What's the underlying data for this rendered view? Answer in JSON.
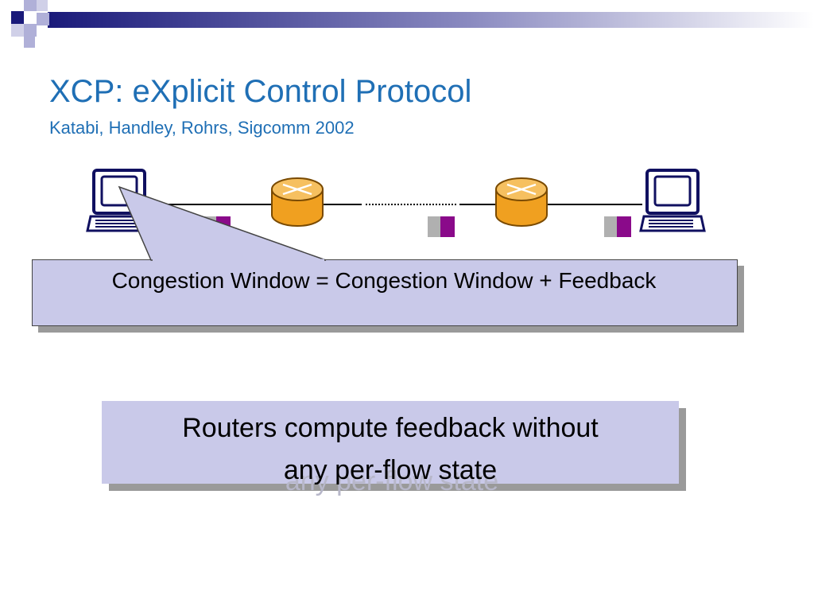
{
  "slide": {
    "title": "XCP: eXplicit Control Protocol",
    "subtitle": "Katabi, Handley, Rohrs, Sigcomm 2002"
  },
  "callout": {
    "text": "Congestion Window = Congestion Window + Feedback"
  },
  "note": {
    "line1": "Routers compute feedback without",
    "line2": "any per-flow state"
  },
  "colors": {
    "title": "#1f6fb5",
    "box_fill": "#c9c9e9",
    "router_fill": "#f0a020",
    "computer": "#101060",
    "packet_header": "#8a0a8a",
    "packet_body": "#b0b0b0",
    "deco_dark": "#1a1a7a"
  },
  "icons": {
    "computer": "computer-icon",
    "router": "router-icon",
    "packet": "packet-icon"
  }
}
